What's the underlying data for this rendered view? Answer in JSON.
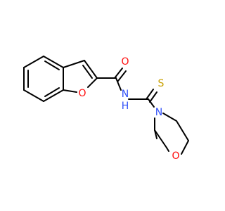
{
  "molecule": {
    "atoms": {
      "carbonyl_oxygen": "O",
      "furan_oxygen": "O",
      "amide_nitrogen": "N",
      "amide_hydrogen": "H",
      "thione_sulfur": "S",
      "morpholine_nitrogen": "N",
      "morpholine_oxygen": "O"
    },
    "colors": {
      "bond": "#000000",
      "oxygen": "#FF0D0D",
      "nitrogen": "#3050F8",
      "sulfur": "#C8A000"
    }
  }
}
